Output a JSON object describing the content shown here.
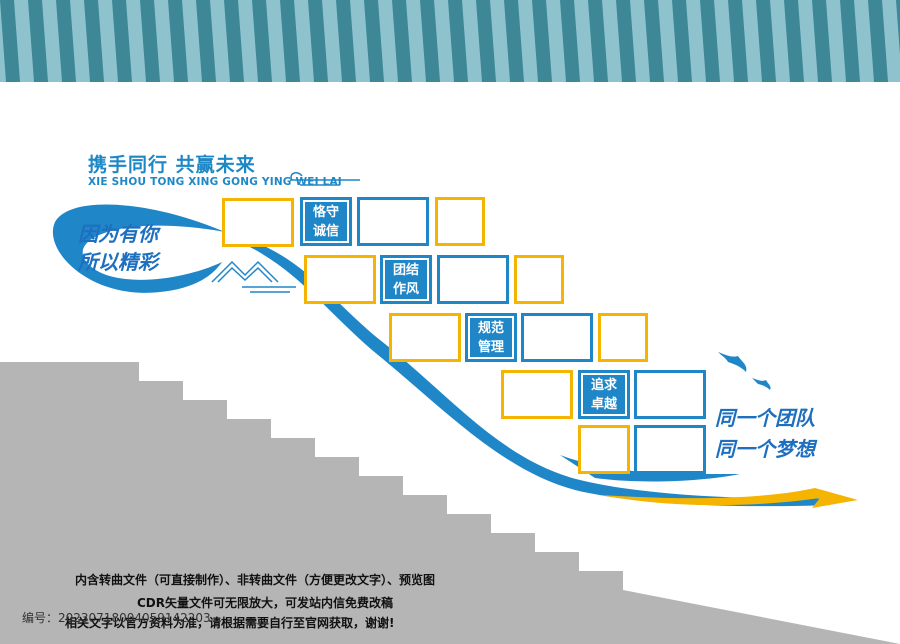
{
  "header": {
    "title": "携手同行  共赢未来",
    "subtitle": "XIE SHOU TONG XING  GONG YING WEI LAI"
  },
  "slogans": {
    "left_line1": "因为有你",
    "left_line2": "所以精彩",
    "right_line1": "同一个团队",
    "right_line2": "同一个梦想"
  },
  "steps": [
    {
      "line1": "恪守",
      "line2": "诚信"
    },
    {
      "line1": "团结",
      "line2": "作风"
    },
    {
      "line1": "规范",
      "line2": "管理"
    },
    {
      "line1": "追求",
      "line2": "卓越"
    }
  ],
  "footer": {
    "line1": "内含转曲文件（可直接制作）、非转曲文件（方便更改文字）、预览图",
    "line2": "CDR矢量文件可无限放大，可发站内信免费改稿",
    "line3": "              相关文字以官方资料为准，请根据需要自行至官网获取，谢谢!",
    "image_id": "编号：20230718004059142203"
  },
  "colors": {
    "blue": "#1f87c8",
    "yellow": "#f4b400",
    "stripe_dark": "#3d8796",
    "stripe_light": "#8ec3ce",
    "stair": "#b5b5b5"
  }
}
